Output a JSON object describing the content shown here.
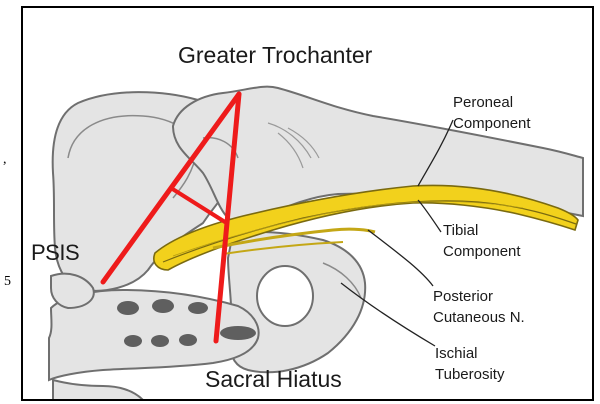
{
  "labels": {
    "greater_trochanter": "Greater Trochanter",
    "peroneal_component": [
      "Peroneal",
      "Component"
    ],
    "tibial_component": [
      "Tibial",
      "Component"
    ],
    "posterior_cutaneous": [
      "Posterior",
      "Cutaneous N."
    ],
    "ischial_tuberosity": [
      "Ischial",
      "Tuberosity"
    ],
    "psis": "PSIS",
    "sacral_hiatus": "Sacral Hiatus"
  },
  "margin_fragments": {
    "top": ",",
    "bottom": "5"
  },
  "colors": {
    "bone_fill": "#e4e4e4",
    "bone_outline": "#6f6f6f",
    "nerve_fill": "#f2d11c",
    "nerve_outline": "#7a6a10",
    "landmark_line": "#ee1b1b",
    "frame": "#000000"
  }
}
